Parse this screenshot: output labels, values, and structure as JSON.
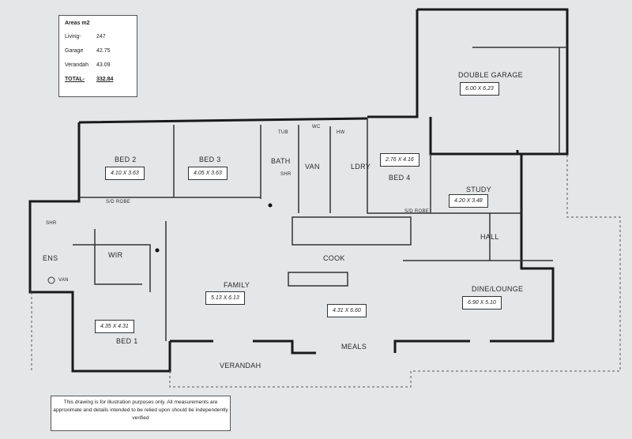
{
  "areas": {
    "title": "Areas m2",
    "rows": [
      {
        "label": "Living-",
        "value": "247"
      },
      {
        "label": "Garage",
        "value": "42.75"
      },
      {
        "label": "Verandah",
        "value": "43.09"
      }
    ],
    "total_label": "TOTAL-",
    "total_value": "332.84"
  },
  "disclaimer": "This drawing is for illustration purposes only. All measurements are approximate and details intended to be relied upon should be independently verified",
  "rooms": {
    "garage": {
      "name": "DOUBLE GARAGE",
      "dim": "6.00 X 6.23"
    },
    "bed2": {
      "name": "BED 2",
      "dim": "4.10 X 3.63"
    },
    "bed3": {
      "name": "BED 3",
      "dim": "4.05 X 3.63"
    },
    "bath": "BATH",
    "tub": "TUB",
    "shr": "SHR",
    "wc": "WC",
    "hw": "HW",
    "van": "VAN",
    "ldry": "LDRY",
    "bed4": {
      "name": "BED 4",
      "dim": "2.76 X 4.16"
    },
    "study": {
      "name": "STUDY",
      "dim": "4.20 X 3.48"
    },
    "sdrobe1": "S/D ROBE",
    "sdrobe2": "S/D ROBE",
    "ens_shr": "SHR",
    "ens": "ENS",
    "wir": "WIR",
    "ens_van": "VAN",
    "hall": "HALL",
    "cook": "COOK",
    "family": {
      "name": "FAMILY",
      "dim": "5.13 X 6.13"
    },
    "meals": {
      "name": "MEALS",
      "dim": "4.31 X 6.60"
    },
    "dine": {
      "name": "DINE/LOUNGE",
      "dim": "6.90 X 5.10"
    },
    "bed1": {
      "name": "BED 1",
      "dim": "4.35 X 4.31"
    },
    "verandah": "VERANDAH"
  }
}
